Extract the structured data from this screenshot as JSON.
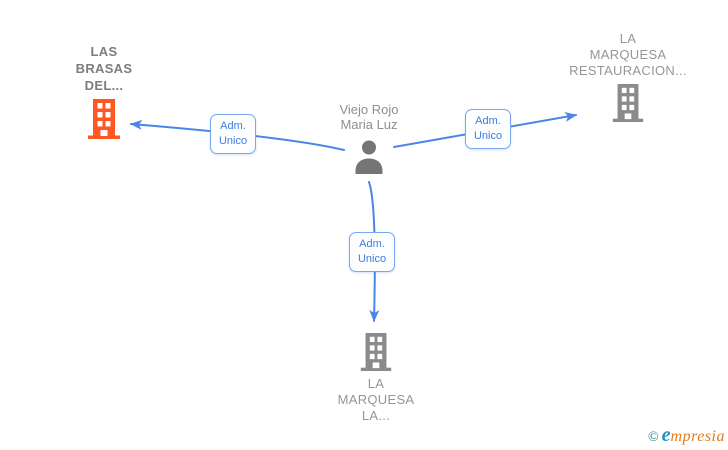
{
  "theme": {
    "arrow-blue": "#4a86e8",
    "box-border": "#79a7f0",
    "box-text": "#3e7de2",
    "highlight-orange": "#ff5722",
    "icon-gray": "#8b8b8b",
    "label-gray": "#969696",
    "label-dark": "#7d7d7d",
    "logo-teal": "#15808f",
    "logo-blue": "#2491c6",
    "logo-orange": "#e5791f"
  },
  "person": {
    "name": "Viejo Rojo Maria Luz",
    "lines": [
      "Viejo Rojo",
      "Maria Luz"
    ]
  },
  "companies": [
    {
      "name": "LAS BRASAS DEL...",
      "lines": [
        "LAS",
        "BRASAS",
        "DEL..."
      ],
      "highlighted": true
    },
    {
      "name": "LA MARQUESA RESTAURACION...",
      "lines": [
        "LA",
        "MARQUESA",
        "RESTAURACION..."
      ],
      "highlighted": false
    },
    {
      "name": "LA MARQUESA LA...",
      "lines": [
        "LA",
        "MARQUESA",
        "LA..."
      ],
      "highlighted": false
    }
  ],
  "edges": [
    {
      "label": "Adm. Unico",
      "from": "Viejo Rojo Maria Luz",
      "to": "LAS BRASAS DEL..."
    },
    {
      "label": "Adm. Unico",
      "from": "Viejo Rojo Maria Luz",
      "to": "LA MARQUESA RESTAURACION..."
    },
    {
      "label": "Adm. Unico",
      "from": "Viejo Rojo Maria Luz",
      "to": "LA MARQUESA LA..."
    }
  ],
  "logo": {
    "copyright": "©",
    "brand_initial": "e",
    "brand_rest": "mpresia"
  }
}
